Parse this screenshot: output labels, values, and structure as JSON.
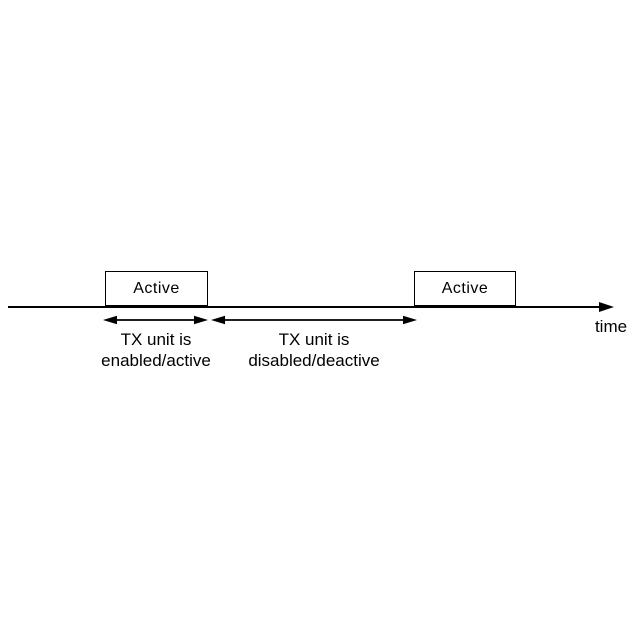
{
  "colors": {
    "background": "#ffffff",
    "ink": "#000000"
  },
  "axis": {
    "time_label": "time"
  },
  "pulses": [
    {
      "label": "Active"
    },
    {
      "label": "Active"
    }
  ],
  "intervals": [
    {
      "line1": "TX unit is",
      "line2": "enabled/active"
    },
    {
      "line1": "TX unit is",
      "line2": "disabled/deactive"
    }
  ]
}
